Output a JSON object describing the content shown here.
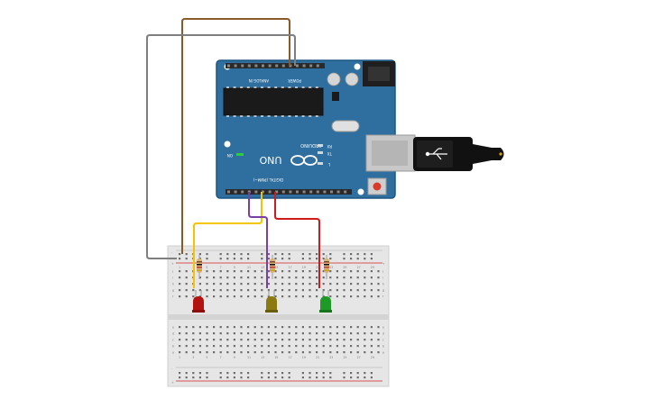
{
  "app": {
    "theme_bg": "#ffffff"
  },
  "arduino": {
    "brand": "ARDUINO",
    "model": "UNO",
    "power_header": "POWER",
    "analog_header": "ANALOG IN",
    "digital_header": "DIGITAL (PWM~)",
    "on_label": "ON",
    "tx_label": "TX",
    "rx_label": "RX",
    "l_label": "L",
    "board_color": "#2f6f9f",
    "board_edge_color": "#1d5580"
  },
  "breadboard": {
    "row_letters_top": [
      "a",
      "b",
      "c",
      "d",
      "e"
    ],
    "row_letters_bottom": [
      "f",
      "g",
      "h",
      "i",
      "j"
    ],
    "column_numbers": [
      "1",
      "3",
      "5",
      "7",
      "9",
      "11",
      "13",
      "15",
      "17",
      "19",
      "21",
      "23",
      "25",
      "27",
      "29"
    ],
    "rail_plus": "+",
    "rail_minus": "-",
    "body_color": "#e6e6e6"
  },
  "components": {
    "leds": [
      {
        "name": "red-led",
        "color": "#b3120f"
      },
      {
        "name": "yellow-led",
        "color": "#8a7a10"
      },
      {
        "name": "green-led",
        "color": "#1e9a26"
      }
    ],
    "resistors": [
      {
        "name": "resistor-1"
      },
      {
        "name": "resistor-2"
      },
      {
        "name": "resistor-3"
      }
    ]
  },
  "wires": {
    "brown": "#8a5a2b",
    "gray": "#7f7f7f",
    "yellow": "#f4c400",
    "purple": "#7a3ea8",
    "red": "#d11a1a"
  },
  "usb": {
    "cable_color": "#111111",
    "connector_color": "#c8c8c8"
  }
}
